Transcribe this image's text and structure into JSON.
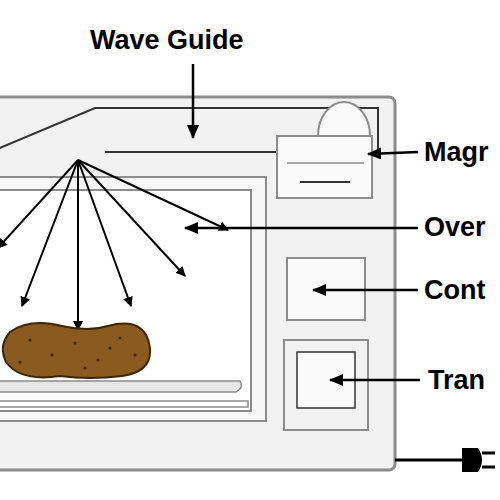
{
  "diagram": {
    "labels": [
      "Wave Guide",
      "Magr",
      "Over",
      "Cont",
      "Tran"
    ]
  }
}
